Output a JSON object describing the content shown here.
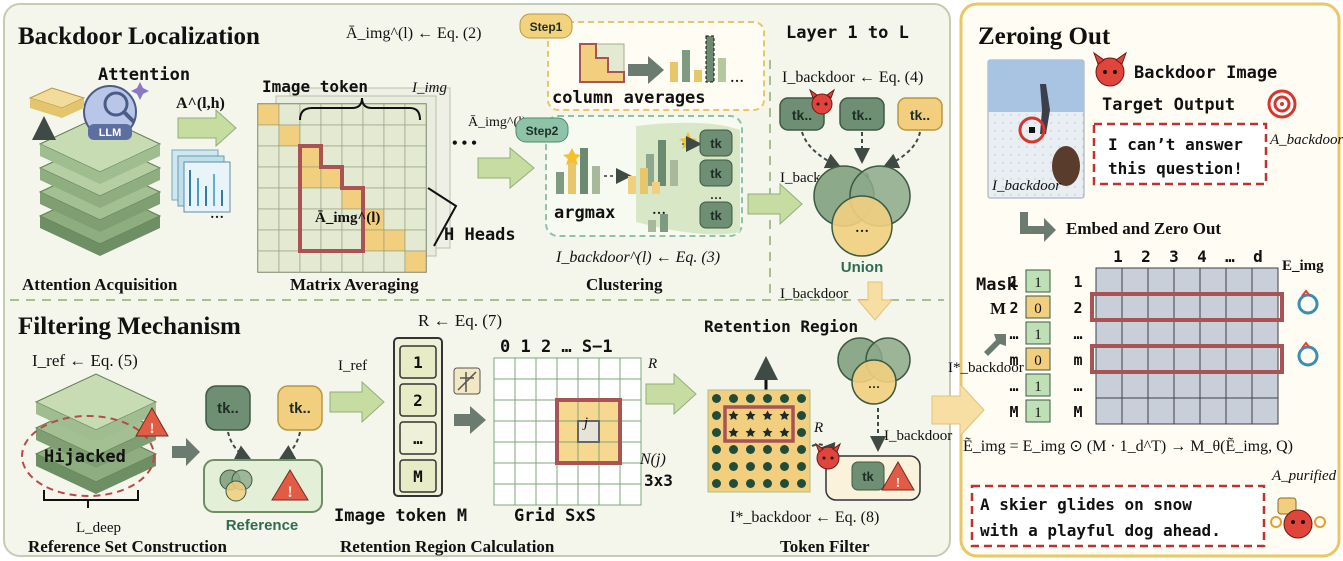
{
  "sections": {
    "backdoor_localization": "Backdoor Localization",
    "filtering_mechanism": "Filtering Mechanism",
    "zeroing_out": "Zeroing Out"
  },
  "localization": {
    "attention_label": "Attention",
    "attention_symbol": "A^(l,h)",
    "llm_badge": "LLM",
    "acquisition_caption": "Attention Acquisition",
    "image_token_label": "Image token",
    "image_token_symbol": "I_img",
    "avg_matrix_label": "Ā_img^(l)",
    "avg_top_eq": "Ā_img^(l) ← Eq. (2)",
    "h_heads": "H Heads",
    "ellipsis": "• • •",
    "matrix_caption": "Matrix Averaging",
    "avg_arrow_label": "Ā_img^(l)",
    "step1": "Step1",
    "step2": "Step2",
    "column_averages": "column averages",
    "argmax": "argmax",
    "clustering_eq": "I_backdoor^(l) ← Eq. (3)",
    "clustering_caption": "Clustering",
    "layer_label": "Layer 1 to L",
    "backdoor_eq4": "I_backdoor ← Eq. (4)",
    "cluster_arrow_label": "I_backdoor^(l)",
    "union_label": "Union",
    "union_out_label": "I_backdoor",
    "tk": "tk..",
    "tk_short": "tk",
    "dots": "…"
  },
  "filtering": {
    "ref_eq5": "I_ref ← Eq. (5)",
    "hijacked": "Hijacked",
    "deep_loss": "L_deep",
    "reference_label": "Reference",
    "reference_caption": "Reference Set Construction",
    "iref_arrow_label": "I_ref",
    "r_eq7": "R ← Eq. (7)",
    "token_col": [
      "1",
      "2",
      "…",
      "M"
    ],
    "image_token_m": "Image token M",
    "grid_cols": "0 1 2 … S−1",
    "cell_j": "j",
    "neighborhood": "N(j)",
    "three_by_three": "3x3",
    "grid_label": "Grid SxS",
    "retention_caption": "Retention Region Calculation",
    "r_arrow_label": "R",
    "retention_region": "Retention Region",
    "token_filter_eq8": "I*_backdoor ← Eq. (8)",
    "token_filter_caption": "Token Filter",
    "filter_in_label": "I_backdoor",
    "filter_r": "R"
  },
  "zeroing": {
    "backdoor_image": "Backdoor Image",
    "target_output": "Target Output",
    "image_symbol": "I_backdoor",
    "answer_text_1": "I can’t answer",
    "answer_text_2": "this question!",
    "answer_symbol": "A_backdoor",
    "embed_zero": "Embed and Zero Out",
    "col_headers": [
      "1",
      "2",
      "3",
      "4",
      "…",
      "d"
    ],
    "e_img": "E_img",
    "mask_label_1": "Mask",
    "mask_label_2": "M",
    "row_labels": [
      "1",
      "2",
      "…",
      "m",
      "…",
      "M"
    ],
    "mask_values": [
      "1",
      "0",
      "1",
      "0",
      "1",
      "1"
    ],
    "istar_label": "I*_backdoor",
    "equation": "Ẽ_img = E_img ⊙ (M · 1_d^T) → M_θ(Ẽ_img, Q)",
    "purified_1": "A skier glides on snow",
    "purified_2": "with a playful dog ahead.",
    "purified_symbol": "A_purified"
  },
  "colors": {
    "panel_left_bg": "#f4f6ec",
    "panel_right_bg": "#fffdf3",
    "green_dark": "#6e8f73",
    "green_light": "#c8dcab",
    "yellow": "#f1cf7f",
    "red_outline": "#a85454",
    "dashed_red": "#c0322f"
  }
}
